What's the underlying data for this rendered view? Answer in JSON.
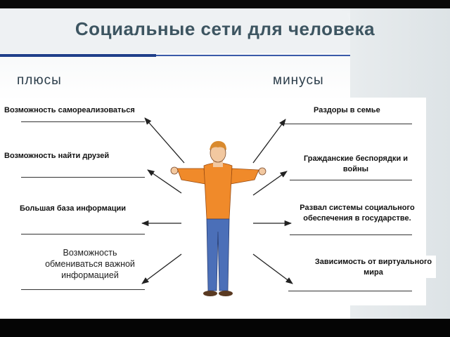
{
  "slide": {
    "title": "Социальные сети для человека",
    "pros_heading": "плюсы",
    "cons_heading": "минусы",
    "pros": [
      "Возможность самореализоваться",
      "Возможность найти друзей",
      "Большая база информации",
      "Возможность обмениваться важной информацией"
    ],
    "cons": [
      "Раздоры в семье",
      "Гражданские беспорядки и войны",
      "Развал системы социального обеспечения в государстве.",
      "Зависимость от виртуального мира"
    ]
  },
  "colors": {
    "title": "#3d5561",
    "accent_line": "#1f3f8a",
    "shirt": "#f08a2a",
    "jeans": "#4b6fb8"
  },
  "figure_icon": "man-with-outstretched-arms"
}
